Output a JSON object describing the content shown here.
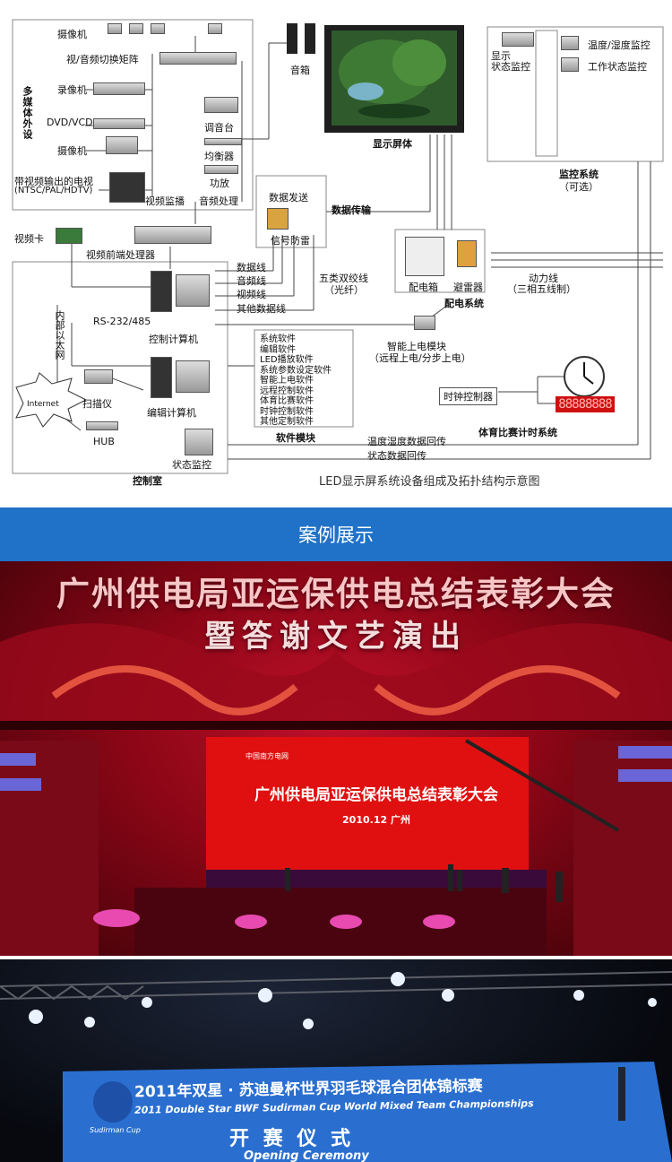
{
  "diagram": {
    "caption": "LED显示屏系统设备组成及拓扑结构示意图",
    "multimedia_group": "多媒体外设",
    "camera": "摄像机",
    "matrix": "视/音频切换矩阵",
    "vcr": "录像机",
    "dvd": "DVD/VCD",
    "camcorder": "摄像机",
    "tv_line1": "带视频输出的电视",
    "tv_line2": "(NTSC/PAL/HDTV)",
    "video_monitor": "视频监播",
    "audio_proc": "音频处理",
    "mixer": "调音台",
    "equalizer": "均衡器",
    "amplifier": "功放",
    "speaker": "音箱",
    "display": "显示屏体",
    "monitor_system": "监控系统",
    "monitor_optional": "（可选）",
    "display_status_monitor_1": "显示",
    "display_status_monitor_2": "状态监控",
    "temp_humidity": "温度/湿度监控",
    "work_status": "工作状态监控",
    "data_transfer": "数据传输",
    "data_send": "数据发送",
    "signal_protect": "信号防雷",
    "video_card": "视频卡",
    "video_front": "视频前端处理器",
    "data_line": "数据线",
    "audio_line": "音频线",
    "video_line": "视频线",
    "other_line": "其他数据线",
    "cat5_1": "五类双绞线",
    "cat5_2": "（光纤）",
    "dist_box": "配电箱",
    "arrester": "避雷器",
    "power_system": "配电系统",
    "power_line_1": "动力线",
    "power_line_2": "（三相五线制）",
    "rs232": "RS-232/485",
    "lan": "内部以太网",
    "control_pc": "控制计算机",
    "smart_power_1": "智能上电模块",
    "smart_power_2": "（远程上电/分步上电）",
    "software": [
      "系统软件",
      "编辑软件",
      "LED播放软件",
      "系统参数设定软件",
      "智能上电软件",
      "远程控制软件",
      "体育比赛软件",
      "时钟控制软件",
      "其他定制软件"
    ],
    "software_module": "软件模块",
    "scanner": "扫描仪",
    "internet": "Internet",
    "hub": "HUB",
    "edit_pc": "编辑计算机",
    "clock_ctrl": "时钟控制器",
    "clock_digits": "88888888",
    "sport_timer": "体育比赛计时系统",
    "temp_return": "温度湿度数据回传",
    "status_return": "状态数据回传",
    "status_monitor": "状态监控",
    "control_room": "控制室"
  },
  "section": {
    "title": "案例展示"
  },
  "photo1": {
    "banner_line1": "广州供电局亚运保供电总结表彰大会",
    "banner_line2": "暨答谢文艺演出",
    "screen_title": "广州供电局亚运保供电总结表彰大会",
    "screen_date": "2010.12 广州",
    "screen_logo": "中国南方电网"
  },
  "photo2": {
    "title_cn": "2011年双星 · 苏迪曼杯世界羽毛球混合团体锦标赛",
    "title_en": "2011 Double Star BWF Sudirman Cup World Mixed Team Championships",
    "ceremony_cn": "开 赛 仪 式",
    "ceremony_en": "Opening Ceremony",
    "logo_text": "Sudirman Cup"
  },
  "colors": {
    "bar": "#1f72c7",
    "stage_red": "#c0102a",
    "led_red": "#e01010",
    "screen_blue": "#2a6fd0"
  }
}
